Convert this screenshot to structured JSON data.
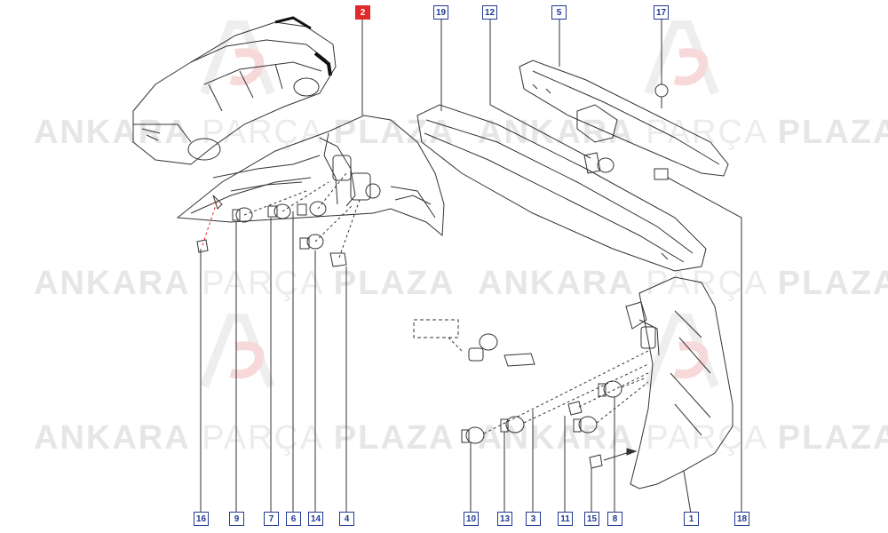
{
  "watermark": {
    "part1": "ANKARA",
    "part2": "PARÇA",
    "part3": "PLAZA"
  },
  "diagram": {
    "highlight_color": "#e22a2a",
    "callout_color": "#1f3a93",
    "line_color": "#333333",
    "highlighted_part": "2",
    "callouts_top": [
      "2",
      "19",
      "12",
      "5",
      "17"
    ],
    "callouts_bottom": [
      "16",
      "9",
      "7",
      "6",
      "14",
      "4",
      "10",
      "13",
      "3",
      "11",
      "15",
      "8",
      "1",
      "18"
    ]
  }
}
